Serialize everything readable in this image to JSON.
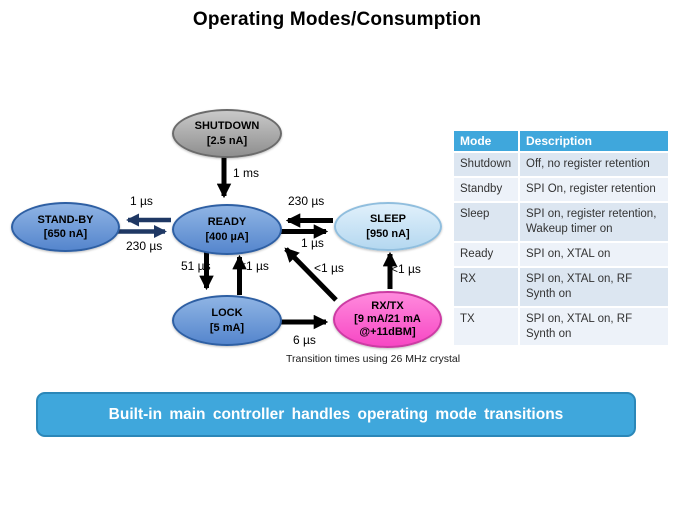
{
  "title": "Operating Modes/Consumption",
  "diagram": {
    "nodes": {
      "shutdown": {
        "name": "SHUTDOWN",
        "value": "[2.5 nA]"
      },
      "standby": {
        "name": "STAND-BY",
        "value": "[650 nA]"
      },
      "ready": {
        "name": "READY",
        "value": "[400 µA]"
      },
      "sleep": {
        "name": "SLEEP",
        "value": "[950 nA]"
      },
      "lock": {
        "name": "LOCK",
        "value": "[5 mA]"
      },
      "rxtx": {
        "name": "RX/TX",
        "value": "[9 mA/21 mA",
        "value2": "@+11dBM]"
      }
    },
    "transitions": {
      "shutdown_to_ready": "1 ms",
      "ready_to_standby": "1 µs",
      "standby_to_ready": "230 µs",
      "sleep_to_ready": "230 µs",
      "ready_to_sleep": "1 µs",
      "ready_to_lock": "51 µs",
      "lock_to_ready": "<1 µs",
      "rxtx_to_ready": "<1 µs",
      "rxtx_to_sleep": "<1 µs",
      "lock_to_rxtx": "6 µs"
    },
    "caption": "Transition times using 26 MHz crystal"
  },
  "table": {
    "headers": [
      "Mode",
      "Description"
    ],
    "rows": [
      {
        "mode": "Shutdown",
        "description": "Off, no register retention"
      },
      {
        "mode": "Standby",
        "description": "SPI On, register retention"
      },
      {
        "mode": "Sleep",
        "description": "SPI on, register retention, Wakeup timer on"
      },
      {
        "mode": "Ready",
        "description": "SPI on, XTAL on"
      },
      {
        "mode": "RX",
        "description": "SPI on, XTAL on, RF Synth on"
      },
      {
        "mode": "TX",
        "description": "SPI on, XTAL on, RF Synth on"
      }
    ]
  },
  "banner": {
    "text": "Built-in main controller handles operating mode transitions"
  },
  "colors": {
    "accent_blue": "#3fa7dc",
    "node_blue": "#5e8fd2",
    "node_gray": "#a6a6a6",
    "node_light_blue": "#c5dff3",
    "node_pink": "#f956c9",
    "arrow_navy": "#1f3864",
    "arrow_black": "#000000",
    "table_row_blue": "#dce6f1",
    "table_row_light": "#edf2f9"
  }
}
